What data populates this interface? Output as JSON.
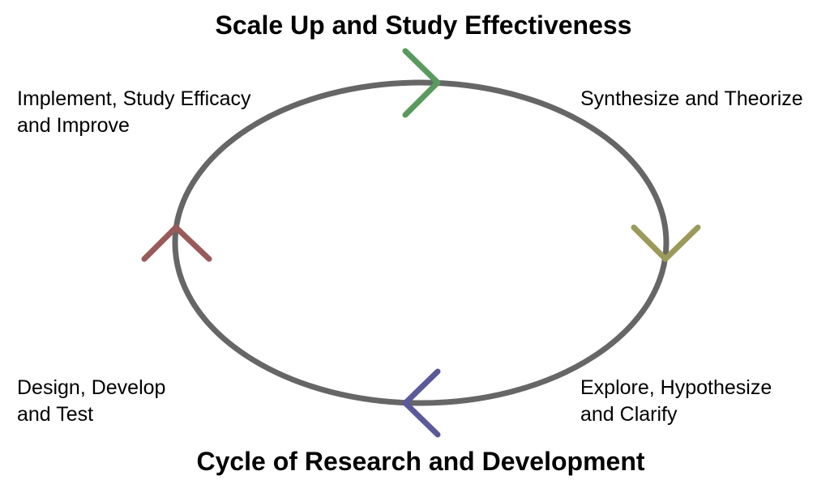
{
  "diagram": {
    "title_top": "Scale Up and Study Effectiveness",
    "title_bottom": "Cycle of Research and Development",
    "stages": {
      "top_left": {
        "line1": "Implement, Study Efficacy",
        "line2": "and Improve"
      },
      "top_right": {
        "line1": "Synthesize and Theorize",
        "line2": ""
      },
      "bottom_right": {
        "line1": "Explore, Hypothesize",
        "line2": "and Clarify"
      },
      "bottom_left": {
        "line1": "Design, Develop",
        "line2": "and Test"
      }
    },
    "colors": {
      "cycle": "#666666",
      "arrow_top": "#5a9a5e",
      "arrow_right": "#9b9a5a",
      "arrow_bottom": "#5a5a9a",
      "arrow_left": "#9a5a5a"
    },
    "icons": {
      "arrow_top": "chevron-right-icon",
      "arrow_right": "chevron-down-icon",
      "arrow_bottom": "chevron-left-icon",
      "arrow_left": "chevron-up-icon"
    }
  }
}
